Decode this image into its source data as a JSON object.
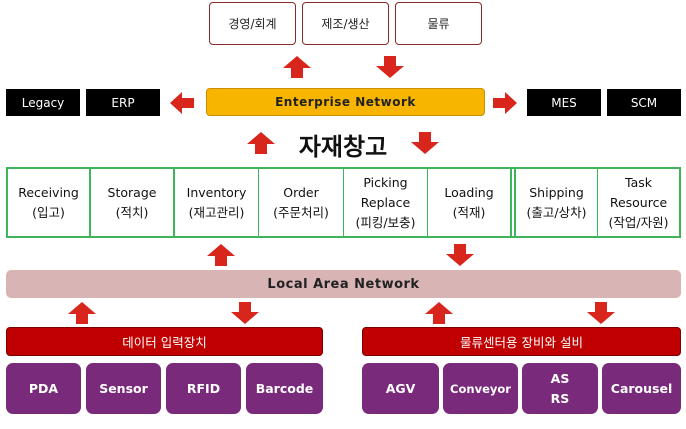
{
  "top_boxes": [
    "경영/회계",
    "제조/생산",
    "물류"
  ],
  "left_boxes": [
    "Legacy",
    "ERP"
  ],
  "right_boxes": [
    "MES",
    "SCM"
  ],
  "enterprise_network": "Enterprise  Network",
  "title": "자재창고",
  "processes": [
    {
      "line1": "Receiving",
      "line2": "(입고)"
    },
    {
      "line1": "Storage",
      "line2": "(적치)"
    },
    {
      "line1": "Inventory",
      "line2": "(재고관리)"
    },
    {
      "line1": "Order",
      "line2": "(주문처리)"
    },
    {
      "line1": "Picking",
      "line2": "Replace",
      "line3": "(피킹/보충)"
    },
    {
      "line1": "Loading",
      "line2": "(적재)"
    },
    {
      "line1": "Shipping",
      "line2": "(출고/상차)"
    },
    {
      "line1": "Task",
      "line2": "Resource",
      "line3": "(작업/자원)"
    }
  ],
  "lan": "Local  Area  Network",
  "left_group": {
    "title": "데이터 입력장치",
    "devices": [
      "PDA",
      "Sensor",
      "RFID",
      "Barcode"
    ]
  },
  "right_group": {
    "title": "물류센터용 장비와 설비",
    "devices": [
      {
        "line1": "AGV"
      },
      {
        "line1": "Conveyor"
      },
      {
        "line1": "AS",
        "line2": "RS"
      },
      {
        "line1": "Carousel"
      }
    ]
  },
  "colors": {
    "arrow": "#d9261c",
    "enterprise": "#f7b500",
    "process_border": "#3fb45a",
    "lan": "#d8b4b4",
    "red_bar": "#c00000",
    "device": "#7a2a7a"
  }
}
